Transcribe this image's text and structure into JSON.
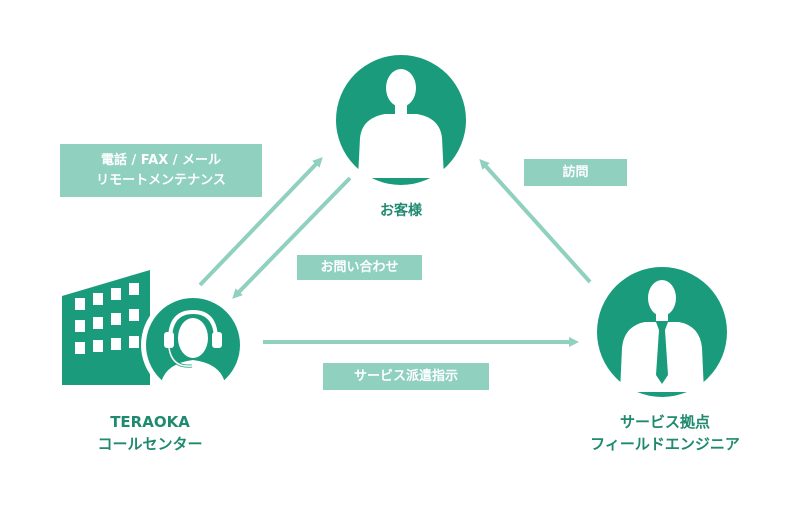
{
  "nodes": {
    "customer": {
      "label": "お客様"
    },
    "call_center": {
      "label_line1": "TERAOKA",
      "label_line2": "コールセンター"
    },
    "field_engineer": {
      "label_line1": "サービス拠点",
      "label_line2": "フィールドエンジニア"
    }
  },
  "tags": {
    "remote_line1": "電話 / FAX / メール",
    "remote_line2": "リモートメンテナンス",
    "visit": "訪問",
    "inquiry": "お問い合わせ",
    "dispatch": "サービス派遣指示"
  },
  "colors": {
    "primary": "#1a9c7c",
    "arrow": "#8fd0bf",
    "tag_bg": "#8fd0bf",
    "building": "#1a9c7c"
  },
  "icons": [
    "customer-silhouette-icon",
    "building-icon",
    "headset-operator-icon",
    "engineer-silhouette-icon"
  ]
}
